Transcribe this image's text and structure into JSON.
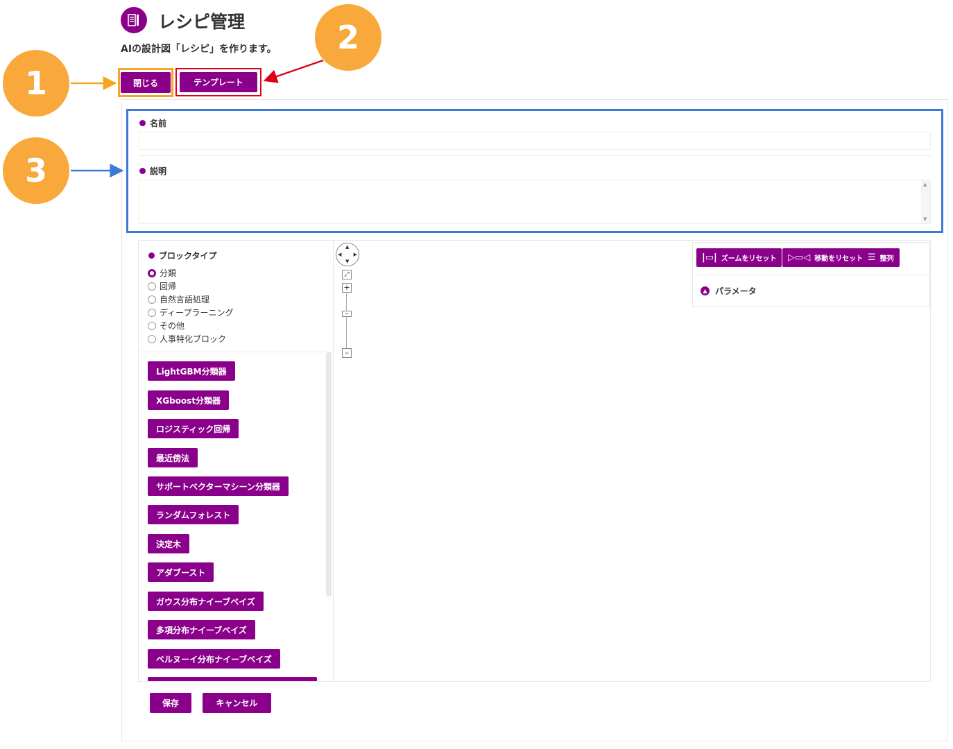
{
  "header": {
    "title": "レシピ管理",
    "subtitle": "AIの設計図「レシピ」を作ります。",
    "icon": "recipe-book-icon"
  },
  "toolbar": {
    "close_label": "閉じる",
    "template_label": "テンプレート"
  },
  "callouts": [
    "1",
    "2",
    "3"
  ],
  "form": {
    "name_label": "名前",
    "name_value": "",
    "description_label": "説明",
    "description_value": ""
  },
  "block_type": {
    "label": "ブロックタイプ",
    "options": [
      "分類",
      "回帰",
      "自然言語処理",
      "ディープラーニング",
      "その他",
      "人事特化ブロック"
    ],
    "selected": "分類"
  },
  "blocks": [
    "LightGBM分類器",
    "XGboost分類器",
    "ロジスティック回帰",
    "最近傍法",
    "サポートベクターマシーン分類器",
    "ランダムフォレスト",
    "決定木",
    "アダブースト",
    "ガウス分布ナイーブベイズ",
    "多項分布ナイーブベイズ",
    "ベルヌーイ分布ナイーブベイズ"
  ],
  "canvas_tools": {
    "reset_zoom": "ズームをリセット",
    "reset_move": "移動をリセット",
    "align": "整列"
  },
  "parameters": {
    "label": "パラメータ"
  },
  "footer": {
    "save_label": "保存",
    "cancel_label": "キャンセル"
  },
  "colors": {
    "accent": "#8a008a",
    "callout": "#f9a93c",
    "highlight_orange": "#f5a623",
    "highlight_red": "#e0001a",
    "highlight_blue": "#3a7bd5"
  }
}
